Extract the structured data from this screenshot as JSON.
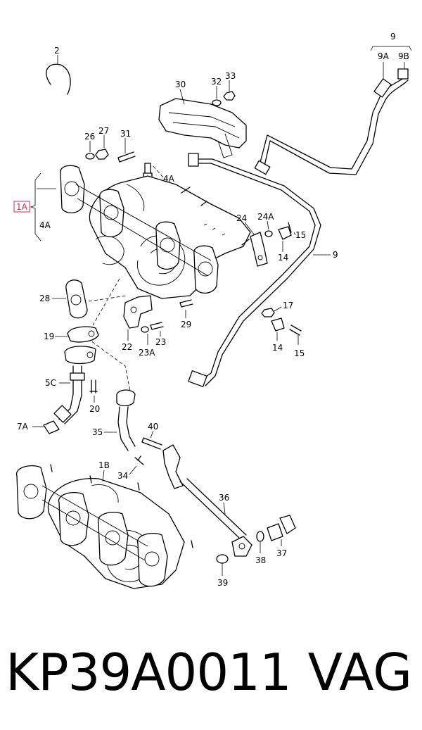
{
  "labels": {
    "l2": "2",
    "l9": "9",
    "l9a": "9A",
    "l9b": "9B",
    "l30": "30",
    "l32": "32",
    "l33": "33",
    "l26": "26",
    "l27": "27",
    "l31": "31",
    "l4a_top": "4A",
    "l1a": "1A",
    "l4a_left": "4A",
    "l24": "24",
    "l24a": "24A",
    "l15_top": "15",
    "l14_top": "14",
    "l9_right": "9",
    "l28": "28",
    "l17": "17",
    "l29": "29",
    "l22": "22",
    "l23": "23",
    "l23a": "23A",
    "l14_bot": "14",
    "l15_bot": "15",
    "l19": "19",
    "l5c": "5C",
    "l20": "20",
    "l7a": "7A",
    "l35": "35",
    "l40": "40",
    "l1b": "1B",
    "l34": "34",
    "l36": "36",
    "l37": "37",
    "l38": "38",
    "l39": "39"
  },
  "highlight_color": "#d62b4b",
  "footer": {
    "part_number": "KP39A0011",
    "brand": "VAG"
  }
}
